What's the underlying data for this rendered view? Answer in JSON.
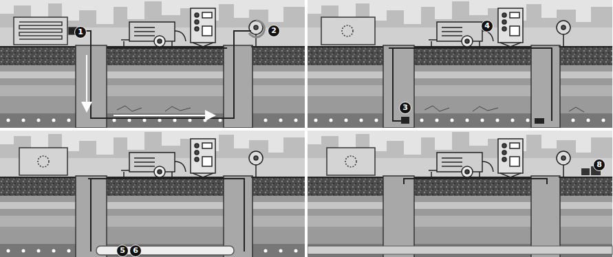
{
  "diagram": {
    "labels": [
      "1",
      "2",
      "3",
      "4",
      "5",
      "6",
      "8"
    ]
  }
}
